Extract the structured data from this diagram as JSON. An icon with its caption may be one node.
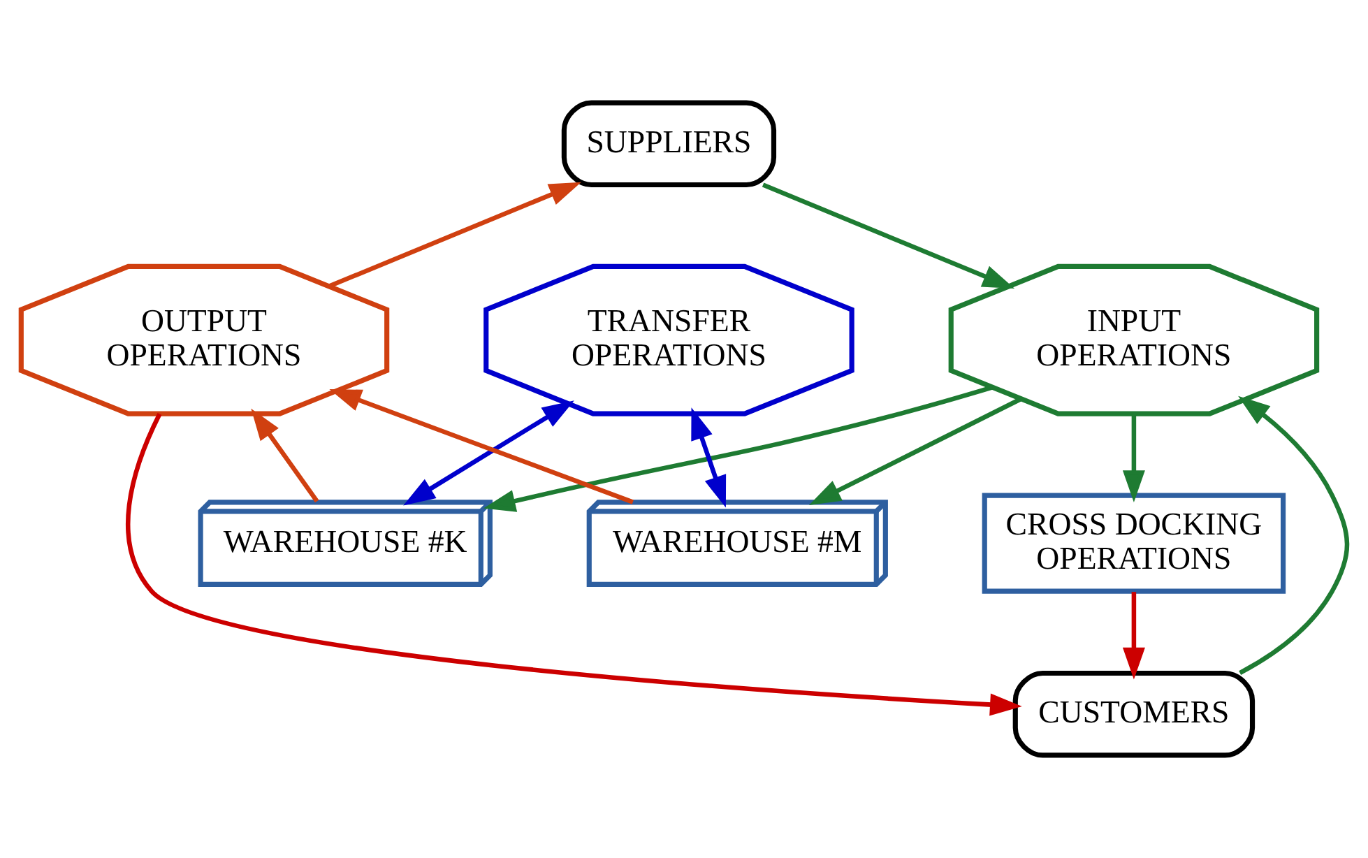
{
  "diagram": {
    "nodes": [
      {
        "text": [
          "SUPPLIERS"
        ]
      },
      {
        "text": [
          "WAREHOUSE #K"
        ]
      },
      {
        "text": [
          "INPUT OPERATIONS"
        ]
      },
      {
        "text": [
          "TRANSFER OPERATIONS"
        ]
      },
      {
        "text": [
          "OUTPUT OPERATIONS"
        ]
      },
      {
        "text": [
          "CROSS DOCKING OPERATIONS"
        ]
      },
      {
        "text": [
          "WAREHOUSE #M"
        ]
      },
      {
        "text": [
          "CUSTOMERS"
        ]
      }
    ],
    "edges": [
      {
        "from": 0,
        "to": 2,
        "arrow": "to"
      },
      {
        "from": 2,
        "to": 1,
        "arrow": "to"
      },
      {
        "from": 1,
        "to": 4,
        "arrow": "to",
        "color": "#d04010"
      },
      {
        "from": 4,
        "to": 0,
        "arrow": "to",
        "color": "#d04010"
      },
      {
        "from": 1,
        "to": 3,
        "arrow": "both",
        "color": "#0000cc"
      },
      {
        "from": 3,
        "to": 6,
        "arrow": "both",
        "color": "#0000cc"
      },
      {
        "from": 2,
        "to": 5,
        "arrow": "to"
      },
      {
        "from": 2,
        "to": 6,
        "arrow": "to"
      },
      {
        "from": 6,
        "to": 4,
        "arrow": "to",
        "color": "#d04010"
      },
      {
        "from": 7,
        "to": 2,
        "arrow": "to"
      },
      {
        "from": 5,
        "to": 7,
        "arrow": "to",
        "color": "#cc0000"
      },
      {
        "from": 4,
        "to": 7,
        "arrow": "to",
        "color": "#cc0000"
      }
    ]
  }
}
